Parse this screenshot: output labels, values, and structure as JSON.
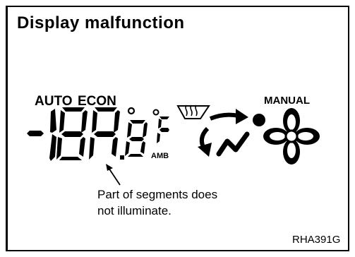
{
  "title": "Display malfunction",
  "labels": {
    "auto": "AUTO",
    "econ": "ECON",
    "manual": "MANUAL",
    "amb": "AMB"
  },
  "note": {
    "line1": "Part of segments does",
    "line2": "not illuminate."
  },
  "figure_code": "RHA391G",
  "icons": [
    "minus-sign-segment",
    "seven-segment-digit",
    "degree-icon",
    "defroster-icon",
    "vent-airflow-icon",
    "fan-icon",
    "pointer-arrow-icon"
  ]
}
